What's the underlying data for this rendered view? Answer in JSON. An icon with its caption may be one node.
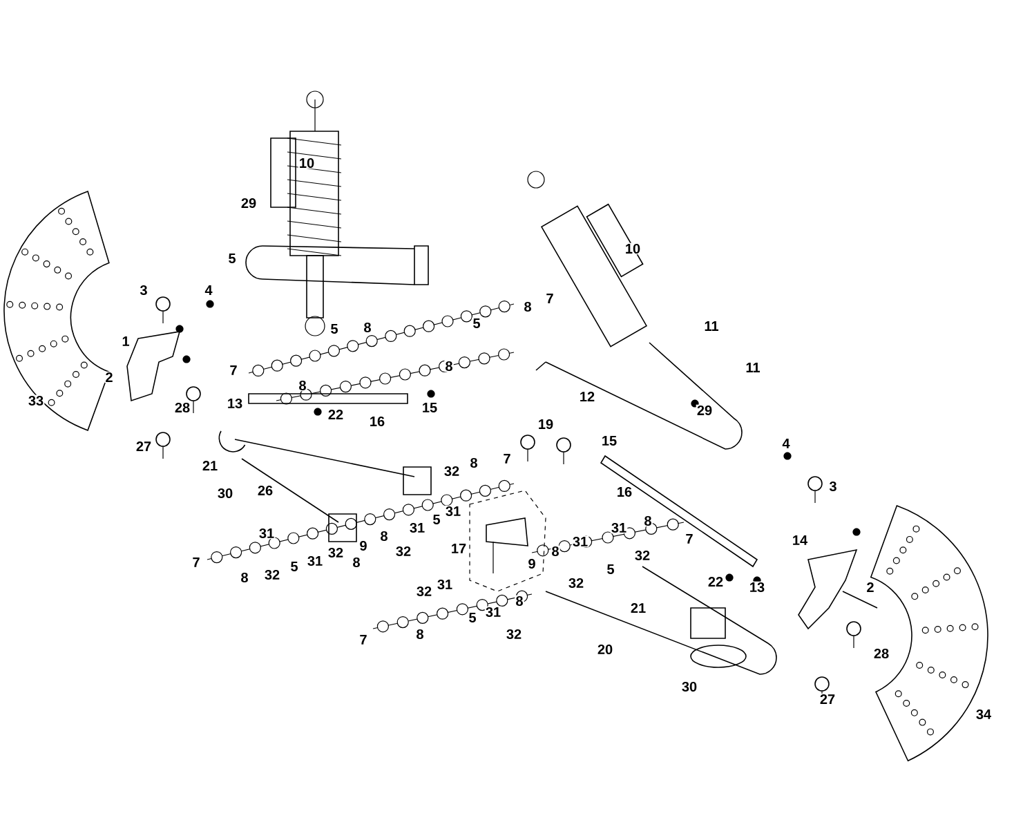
{
  "diagram": {
    "labels": [
      "10",
      "29",
      "10",
      "5",
      "3",
      "4",
      "7",
      "8",
      "5",
      "5",
      "8",
      "11",
      "1",
      "8",
      "11",
      "7",
      "2",
      "8",
      "12",
      "33",
      "13",
      "28",
      "16",
      "15",
      "29",
      "22",
      "19",
      "15",
      "4",
      "27",
      "7",
      "8",
      "21",
      "32",
      "3",
      "26",
      "30",
      "16",
      "5",
      "31",
      "8",
      "31",
      "31",
      "31",
      "8",
      "7",
      "14",
      "31",
      "9",
      "17",
      "32",
      "8",
      "32",
      "32",
      "31",
      "7",
      "8",
      "9",
      "5",
      "5",
      "32",
      "8",
      "32",
      "22",
      "31",
      "13",
      "2",
      "32",
      "8",
      "21",
      "31",
      "5",
      "32",
      "8",
      "7",
      "20",
      "28",
      "30",
      "27",
      "34"
    ]
  }
}
